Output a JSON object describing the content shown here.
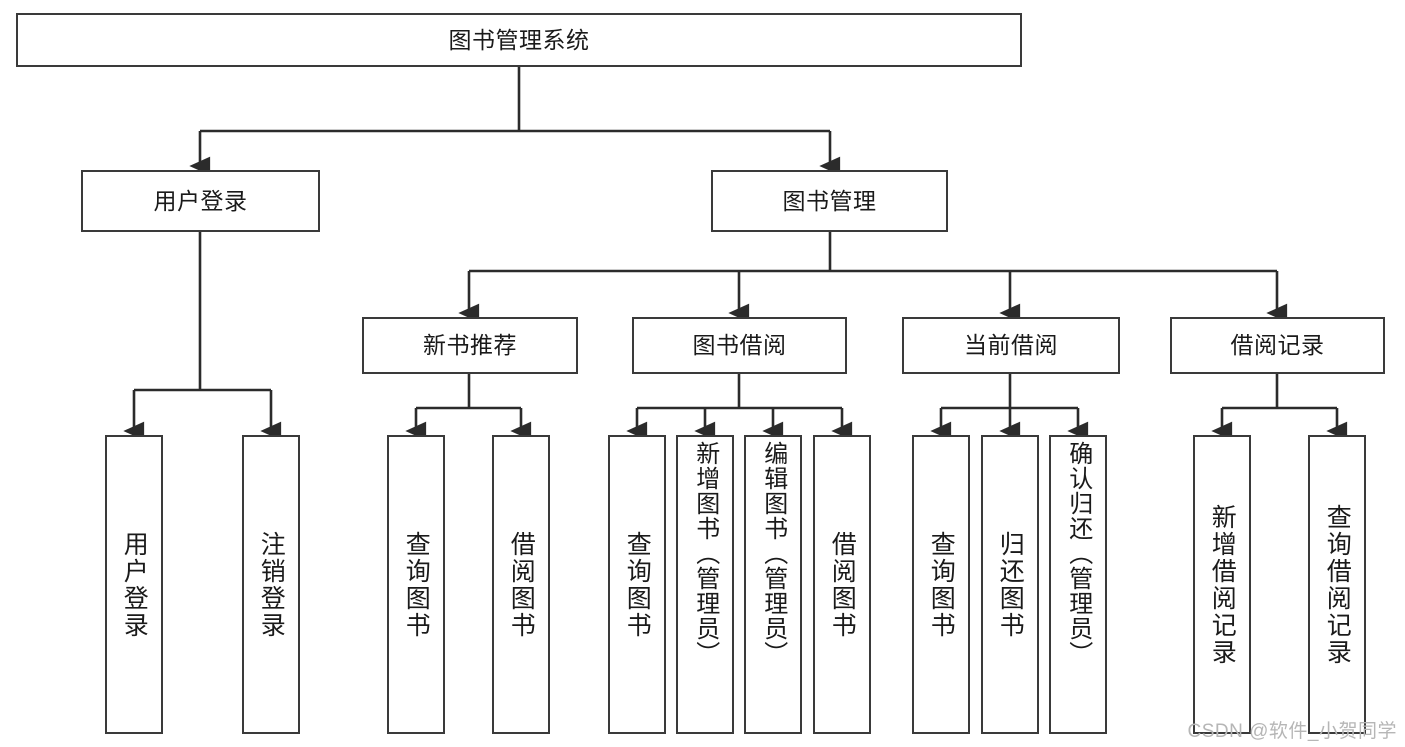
{
  "diagram": {
    "type": "tree-hierarchy-chart",
    "title": "图书管理系统",
    "watermark": "CSDN @软件_小贺同学",
    "colors": {
      "box_border": "#3a3a3a",
      "box_fill": "#ffffff",
      "edge": "#2b2b2b",
      "text": "#1a1a1a",
      "watermark": "#b6b6b6"
    },
    "levels": {
      "level1": [
        "图书管理系统"
      ],
      "level2": [
        "用户登录",
        "图书管理"
      ],
      "level3": [
        "新书推荐",
        "图书借阅",
        "当前借阅",
        "借阅记录"
      ],
      "level4": [
        "用户登录",
        "注销登录",
        "查询图书",
        "借阅图书",
        "查询图书",
        "新增图书（管理员）",
        "编辑图书（管理员）",
        "借阅图书",
        "查询图书",
        "归还图书",
        "确认归还（管理员）",
        "新增借阅记录",
        "查询借阅记录"
      ]
    },
    "nodes": {
      "root": {
        "label": "图书管理系统"
      },
      "user_login": {
        "label": "用户登录"
      },
      "book_manage": {
        "label": "图书管理"
      },
      "new_book_rec": {
        "label": "新书推荐"
      },
      "book_borrow": {
        "label": "图书借阅"
      },
      "current_borrow": {
        "label": "当前借阅"
      },
      "borrow_record": {
        "label": "借阅记录"
      },
      "leaf_user_login": {
        "label": "用户登录"
      },
      "leaf_user_logout": {
        "label": "注销登录"
      },
      "leaf_query_book_1": {
        "label": "查询图书"
      },
      "leaf_borrow_book_1": {
        "label": "借阅图书"
      },
      "leaf_query_book_2": {
        "label": "查询图书"
      },
      "leaf_add_book_admin": {
        "label": "新增图书（管理员）"
      },
      "leaf_edit_book_admin": {
        "label": "编辑图书（管理员）"
      },
      "leaf_borrow_book_2": {
        "label": "借阅图书"
      },
      "leaf_query_book_3": {
        "label": "查询图书"
      },
      "leaf_return_book": {
        "label": "归还图书"
      },
      "leaf_confirm_return_admin": {
        "label": "确认归还（管理员）"
      },
      "leaf_add_borrow_record": {
        "label": "新增借阅记录"
      },
      "leaf_query_borrow_record": {
        "label": "查询借阅记录"
      }
    },
    "edges": [
      {
        "from": "root",
        "to": "user_login"
      },
      {
        "from": "root",
        "to": "book_manage"
      },
      {
        "from": "user_login",
        "to": "leaf_user_login"
      },
      {
        "from": "user_login",
        "to": "leaf_user_logout"
      },
      {
        "from": "book_manage",
        "to": "new_book_rec"
      },
      {
        "from": "book_manage",
        "to": "book_borrow"
      },
      {
        "from": "book_manage",
        "to": "current_borrow"
      },
      {
        "from": "book_manage",
        "to": "borrow_record"
      },
      {
        "from": "new_book_rec",
        "to": "leaf_query_book_1"
      },
      {
        "from": "new_book_rec",
        "to": "leaf_borrow_book_1"
      },
      {
        "from": "book_borrow",
        "to": "leaf_query_book_2"
      },
      {
        "from": "book_borrow",
        "to": "leaf_add_book_admin"
      },
      {
        "from": "book_borrow",
        "to": "leaf_edit_book_admin"
      },
      {
        "from": "book_borrow",
        "to": "leaf_borrow_book_2"
      },
      {
        "from": "current_borrow",
        "to": "leaf_query_book_3"
      },
      {
        "from": "current_borrow",
        "to": "leaf_return_book"
      },
      {
        "from": "current_borrow",
        "to": "leaf_confirm_return_admin"
      },
      {
        "from": "borrow_record",
        "to": "leaf_add_borrow_record"
      },
      {
        "from": "borrow_record",
        "to": "leaf_query_borrow_record"
      }
    ]
  }
}
